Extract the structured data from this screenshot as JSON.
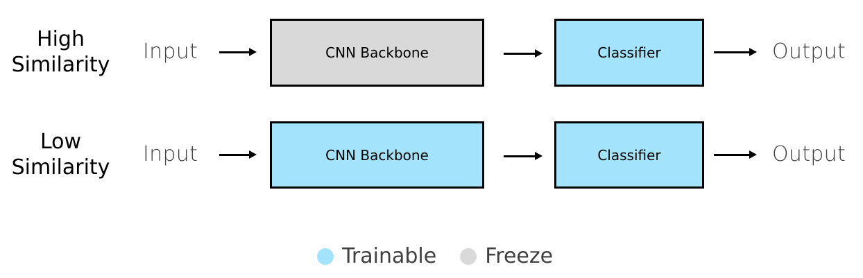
{
  "colors": {
    "trainable": "#a3e4fc",
    "freeze": "#d9d9d9",
    "border": "#000000",
    "io_text": "#404040"
  },
  "rows": [
    {
      "label_line1": "High",
      "label_line2": "Similarity",
      "input": "Input",
      "backbone": {
        "label": "CNN Backbone",
        "state": "freeze"
      },
      "classifier": {
        "label": "Classifier",
        "state": "trainable"
      },
      "output": "Output"
    },
    {
      "label_line1": "Low",
      "label_line2": "Similarity",
      "input": "Input",
      "backbone": {
        "label": "CNN Backbone",
        "state": "trainable"
      },
      "classifier": {
        "label": "Classifier",
        "state": "trainable"
      },
      "output": "Output"
    }
  ],
  "legend": {
    "trainable": "Trainable",
    "freeze": "Freeze"
  }
}
